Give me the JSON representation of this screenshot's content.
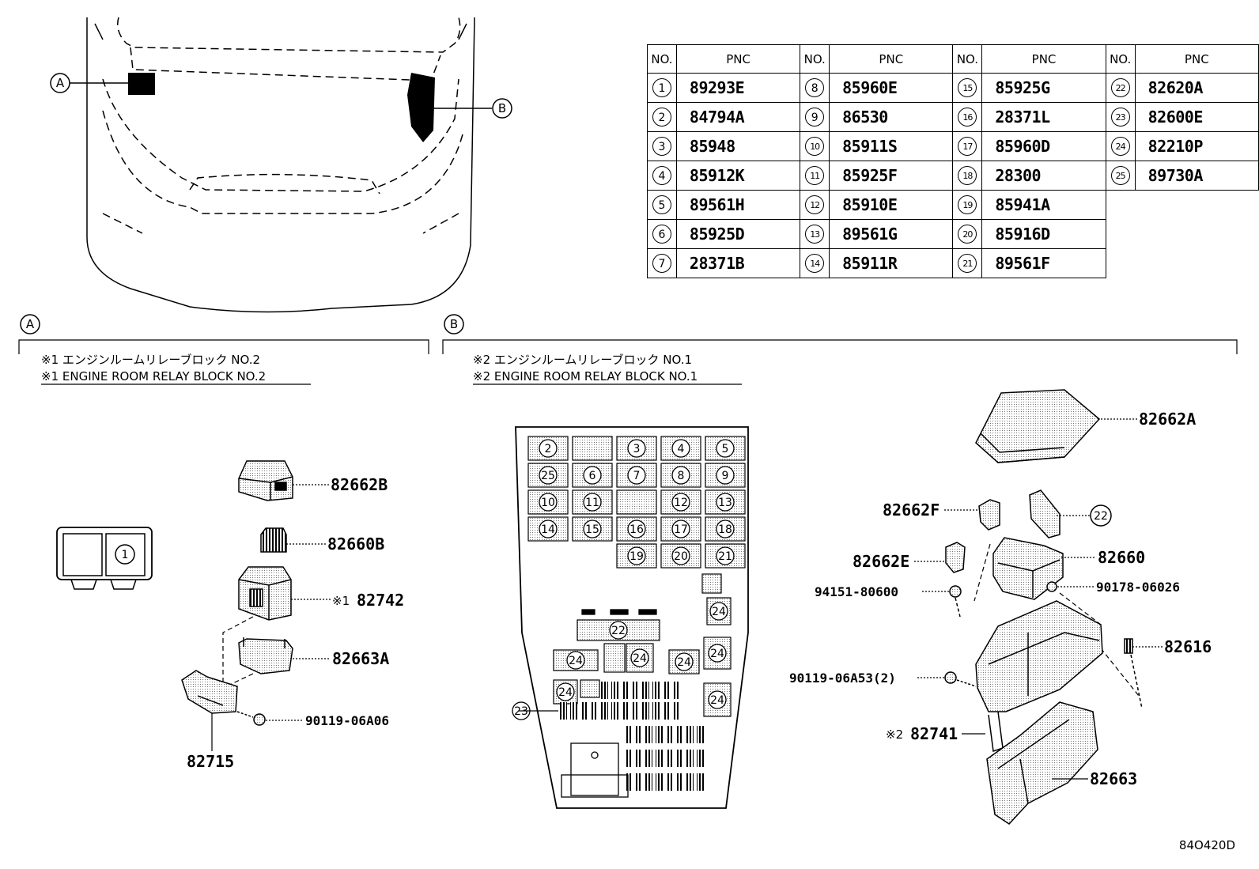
{
  "table": {
    "header_no": "NO.",
    "header_pnc": "PNC",
    "columns": [
      [
        [
          "1",
          "89293E"
        ],
        [
          "2",
          "84794A"
        ],
        [
          "3",
          "85948"
        ],
        [
          "4",
          "85912K"
        ],
        [
          "5",
          "89561H"
        ],
        [
          "6",
          "85925D"
        ],
        [
          "7",
          "28371B"
        ]
      ],
      [
        [
          "8",
          "85960E"
        ],
        [
          "9",
          "86530"
        ],
        [
          "10",
          "85911S"
        ],
        [
          "11",
          "85925F"
        ],
        [
          "12",
          "85910E"
        ],
        [
          "13",
          "89561G"
        ],
        [
          "14",
          "85911R"
        ]
      ],
      [
        [
          "15",
          "85925G"
        ],
        [
          "16",
          "28371L"
        ],
        [
          "17",
          "85960D"
        ],
        [
          "18",
          "28300"
        ],
        [
          "19",
          "85941A"
        ],
        [
          "20",
          "85916D"
        ],
        [
          "21",
          "89561F"
        ]
      ],
      [
        [
          "22",
          "82620A"
        ],
        [
          "23",
          "82600E"
        ],
        [
          "24",
          "82210P"
        ],
        [
          "25",
          "89730A"
        ]
      ]
    ]
  },
  "locators": {
    "a": "A",
    "b": "B"
  },
  "section_a": {
    "letter": "A",
    "title_jp": "※1 エンジンルームリレーブロック NO.2",
    "title_en": "※1 ENGINE ROOM RELAY BLOCK NO.2",
    "block_slot": "1",
    "labels": {
      "p82662B": "82662B",
      "p82660B": "82660B",
      "p82742_mark": "※1",
      "p82742": "82742",
      "p82663A": "82663A",
      "p90119_06A06": "90119-06A06",
      "p82715": "82715"
    }
  },
  "section_b": {
    "letter": "B",
    "title_jp": "※2 エンジンルームリレーブロック NO.1",
    "title_en": "※2 ENGINE ROOM RELAY BLOCK NO.1",
    "fuse_numbers": [
      "2",
      "3",
      "4",
      "5",
      "25",
      "6",
      "7",
      "8",
      "9",
      "10",
      "11",
      "12",
      "13",
      "14",
      "15",
      "16",
      "17",
      "18",
      "19",
      "20",
      "21",
      "24",
      "22",
      "24",
      "24",
      "24",
      "24",
      "24",
      "24",
      "23"
    ],
    "labels": {
      "p82662A": "82662A",
      "p82662F": "82662F",
      "p22": "22",
      "p82662E": "82662E",
      "p82660": "82660",
      "p94151_80600": "94151-80600",
      "p90178_06026": "90178-06026",
      "p82616": "82616",
      "p90119_06A53": "90119-06A53(2)",
      "p82741_mark": "※2",
      "p82741": "82741",
      "p82663": "82663"
    }
  },
  "figure_code": "84O420D"
}
